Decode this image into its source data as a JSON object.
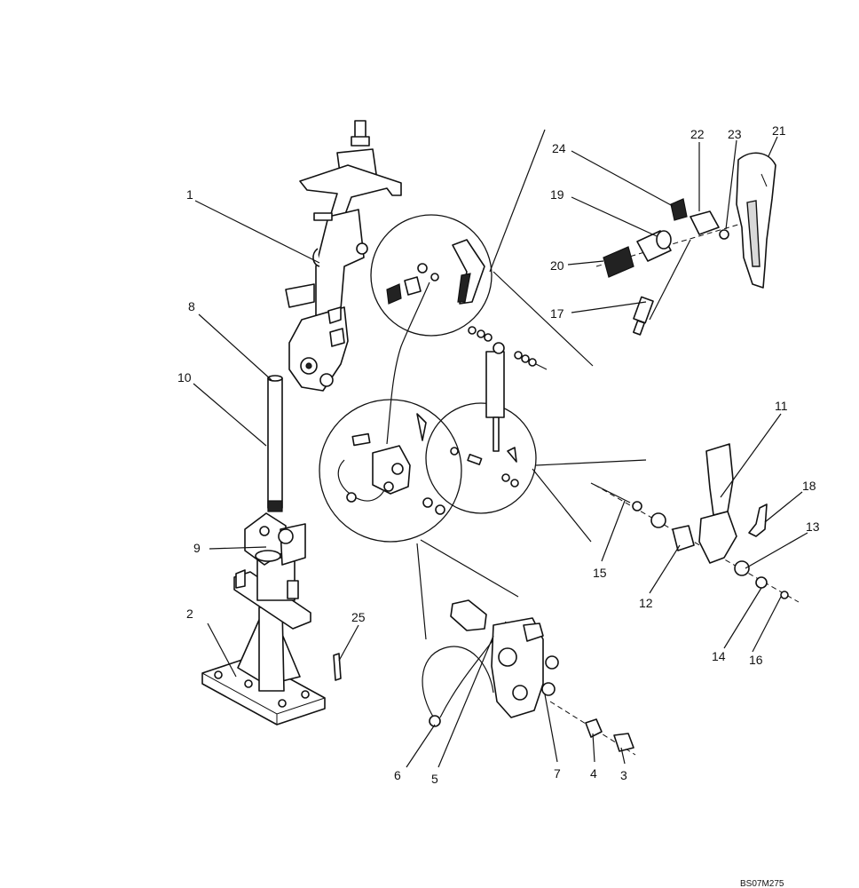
{
  "diagram": {
    "reference_code": "BS07M275",
    "callouts": [
      {
        "id": "1",
        "label": "1"
      },
      {
        "id": "2",
        "label": "2"
      },
      {
        "id": "3",
        "label": "3"
      },
      {
        "id": "4",
        "label": "4"
      },
      {
        "id": "5",
        "label": "5"
      },
      {
        "id": "6",
        "label": "6"
      },
      {
        "id": "7",
        "label": "7"
      },
      {
        "id": "8",
        "label": "8"
      },
      {
        "id": "9",
        "label": "9"
      },
      {
        "id": "10",
        "label": "10"
      },
      {
        "id": "11",
        "label": "11"
      },
      {
        "id": "12",
        "label": "12"
      },
      {
        "id": "13",
        "label": "13"
      },
      {
        "id": "14",
        "label": "14"
      },
      {
        "id": "15",
        "label": "15"
      },
      {
        "id": "16",
        "label": "16"
      },
      {
        "id": "17",
        "label": "17"
      },
      {
        "id": "18",
        "label": "18"
      },
      {
        "id": "19",
        "label": "19"
      },
      {
        "id": "20",
        "label": "20"
      },
      {
        "id": "21",
        "label": "21"
      },
      {
        "id": "22",
        "label": "22"
      },
      {
        "id": "23",
        "label": "23"
      },
      {
        "id": "24",
        "label": "24"
      },
      {
        "id": "25",
        "label": "25"
      }
    ]
  }
}
